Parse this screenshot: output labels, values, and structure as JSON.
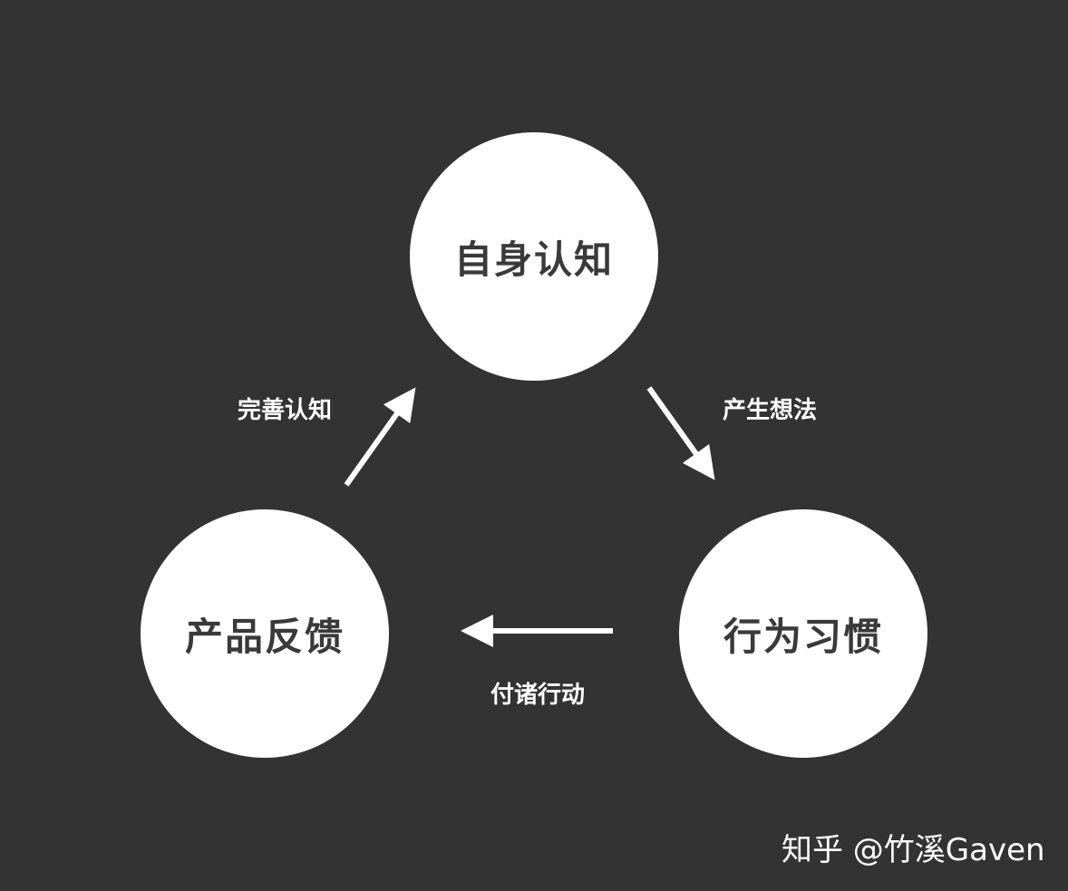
{
  "nodes": {
    "top": "自身认知",
    "right": "行为习惯",
    "left": "产品反馈"
  },
  "edges": {
    "top_to_right": "产生想法",
    "right_to_left": "付诸行动",
    "left_to_top": "完善认知"
  },
  "watermark": "知乎 @竹溪Gaven",
  "colors": {
    "background": "#333333",
    "node_fill": "#ffffff",
    "node_text": "#3a3a3a",
    "label_text": "#ffffff",
    "arrow": "#ffffff"
  }
}
